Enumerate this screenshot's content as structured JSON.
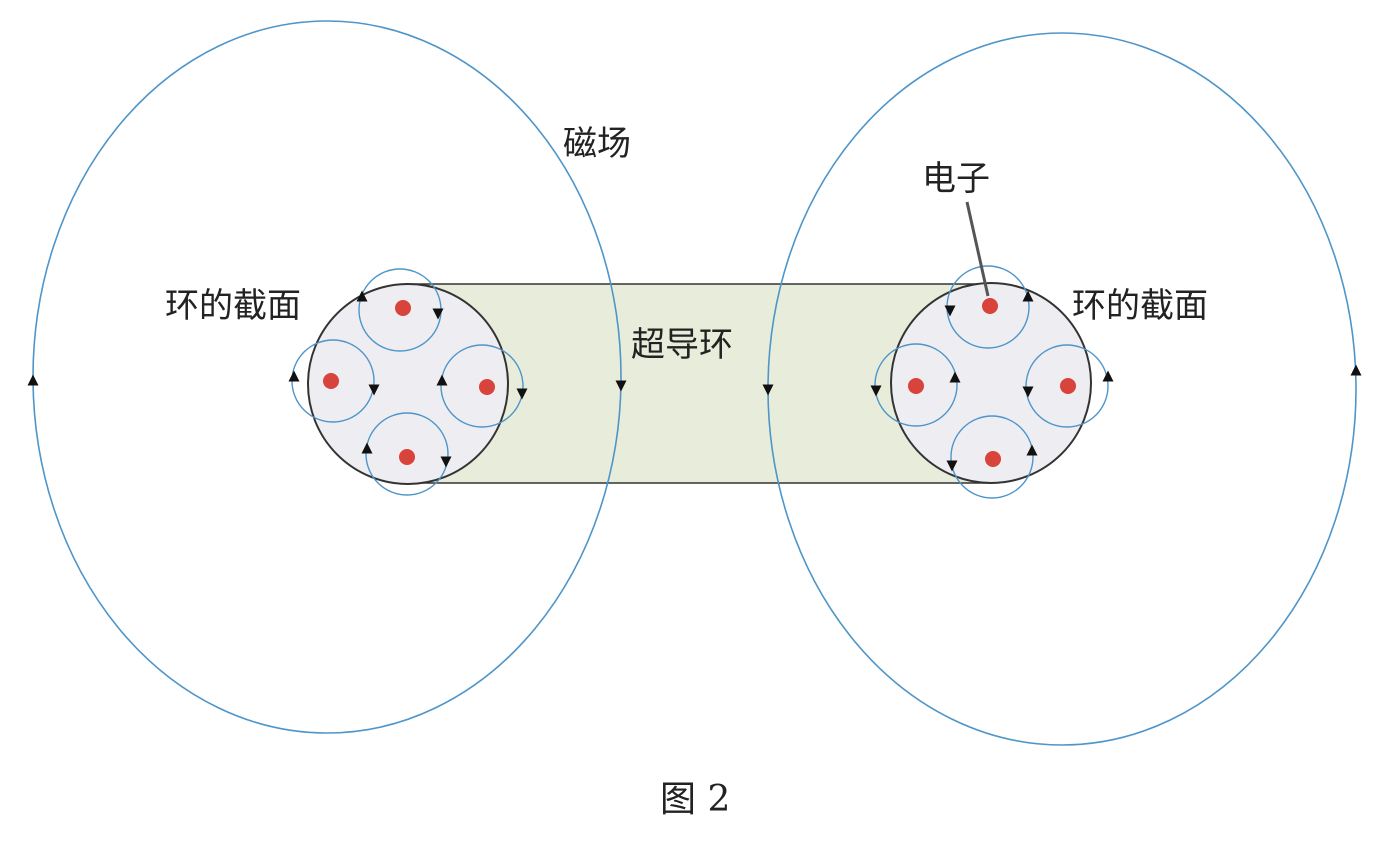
{
  "labels": {
    "magnetic_field": "磁场",
    "electron": "电子",
    "ring_cross_section_left": "环的截面",
    "ring_cross_section_right": "环的截面",
    "superconducting_ring": "超导环",
    "figure_caption": "图 2"
  },
  "colors": {
    "field_line": "#4f95c9",
    "ring_band_fill": "#e8eddb",
    "cross_section_fill": "#eeeef2",
    "cross_section_stroke": "#333333",
    "electron": "#d8433b",
    "arrow": "#111111",
    "text": "#222222"
  }
}
